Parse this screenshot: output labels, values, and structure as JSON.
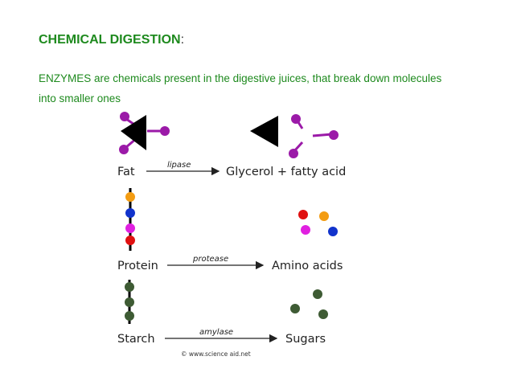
{
  "slide": {
    "heading": "CHEMICAL DIGESTION",
    "heading_colon": ":",
    "intro_line1": "ENZYMES are chemicals present in the digestive juices, that break down molecules",
    "intro_line2": "into smaller ones"
  },
  "diagram": {
    "rows": [
      {
        "substrate": "Fat",
        "enzyme": "lipase",
        "product": "Glycerol + fatty acid"
      },
      {
        "substrate": "Protein",
        "enzyme": "protease",
        "product": "Amino acids"
      },
      {
        "substrate": "Starch",
        "enzyme": "amylase",
        "product": "Sugars"
      }
    ],
    "credit": "© www.science aid.net"
  },
  "colors": {
    "heading_green": "#1e8a1e",
    "fatty_acid_purple": "#9b1aa8",
    "amino_orange": "#f39c12",
    "amino_blue": "#1133cc",
    "amino_magenta": "#e020e0",
    "amino_red": "#e01010",
    "sugar_green": "#3e5b34",
    "glycerol_black": "#000000"
  }
}
